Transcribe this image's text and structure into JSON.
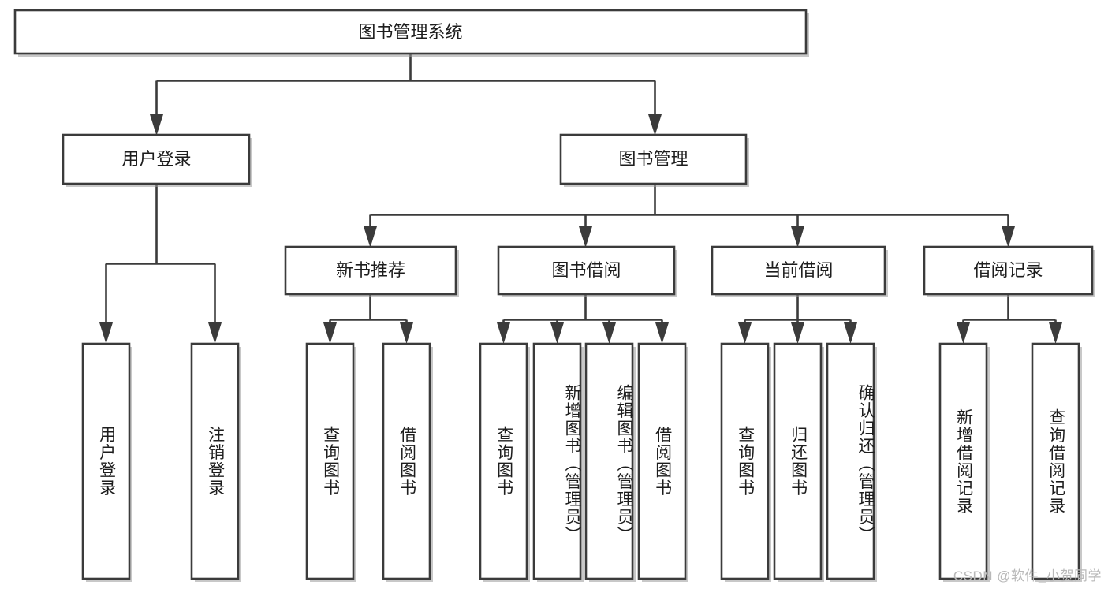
{
  "diagram": {
    "title": "图书管理系统",
    "type": "tree-hierarchy-chart",
    "watermark": "CSDN @软件_小贺同学",
    "root": {
      "label": "图书管理系统",
      "orientation": "horizontal"
    },
    "level2": [
      {
        "label": "用户登录",
        "orientation": "horizontal"
      },
      {
        "label": "图书管理",
        "orientation": "horizontal"
      }
    ],
    "level3": [
      {
        "label": "新书推荐",
        "orientation": "horizontal",
        "parent": "图书管理"
      },
      {
        "label": "图书借阅",
        "orientation": "horizontal",
        "parent": "图书管理"
      },
      {
        "label": "当前借阅",
        "orientation": "horizontal",
        "parent": "图书管理"
      },
      {
        "label": "借阅记录",
        "orientation": "horizontal",
        "parent": "图书管理"
      }
    ],
    "leaves": {
      "user_login": [
        {
          "label": "用户登录",
          "orientation": "vertical"
        },
        {
          "label": "注销登录",
          "orientation": "vertical"
        }
      ],
      "new_book_recommend": [
        {
          "label": "查询图书",
          "orientation": "vertical"
        },
        {
          "label": "借阅图书",
          "orientation": "vertical"
        }
      ],
      "book_borrow": [
        {
          "label": "查询图书",
          "orientation": "vertical"
        },
        {
          "label": "新增图书（管理员）",
          "orientation": "vertical"
        },
        {
          "label": "编辑图书（管理员）",
          "orientation": "vertical"
        },
        {
          "label": "借阅图书",
          "orientation": "vertical"
        }
      ],
      "current_borrow": [
        {
          "label": "查询图书",
          "orientation": "vertical"
        },
        {
          "label": "归还图书",
          "orientation": "vertical"
        },
        {
          "label": "确认归还（管理员）",
          "orientation": "vertical"
        }
      ],
      "borrow_record": [
        {
          "label": "新增借阅记录",
          "orientation": "vertical"
        },
        {
          "label": "查询借阅记录",
          "orientation": "vertical"
        }
      ]
    },
    "colors": {
      "background": "#ffffff",
      "box_fill": "#ffffff",
      "box_stroke": "#3b3b3b",
      "text": "#1d1d1d",
      "watermark": "#b9b9b9",
      "shadow": "#9a9a9a"
    }
  }
}
